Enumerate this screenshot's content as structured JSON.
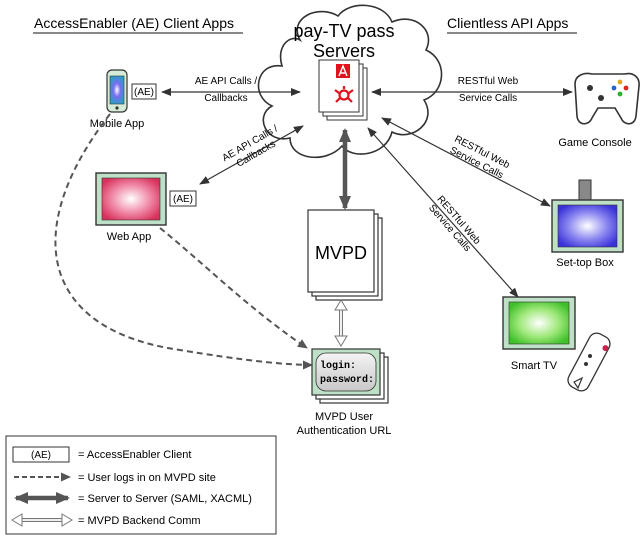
{
  "headers": {
    "left": "AccessEnabler (AE) Client Apps",
    "right": "Clientless API Apps"
  },
  "cloud": {
    "line1": "pay-TV pass",
    "line2": "Servers"
  },
  "devices": {
    "mobile": {
      "label": "Mobile App",
      "badge": "(AE)"
    },
    "web": {
      "label": "Web App",
      "badge": "(AE)"
    },
    "console": {
      "label": "Game Console"
    },
    "settop": {
      "label": "Set-top Box"
    },
    "tv": {
      "label": "Smart TV"
    }
  },
  "mvpd": {
    "label": "MVPD",
    "login_line1": "login:",
    "login_line2": "password:",
    "auth_line1": "MVPD User",
    "auth_line2": "Authentication URL"
  },
  "arrows": {
    "mobile_l1": "AE API Calls /",
    "mobile_l2": "Callbacks",
    "web_l1": "AE API Calls /",
    "web_l2": "Callbacks",
    "console_l1": "RESTful Web",
    "console_l2": "Service Calls",
    "settop_l1": "RESTful Web",
    "settop_l2": "Service Calls",
    "tv_l1": "RESTful Web",
    "tv_l2": "Service Calls"
  },
  "legend": {
    "ae_badge": "(AE)",
    "ae_text": "= AccessEnabler Client",
    "dashed_text": "= User logs in on MVPD site",
    "thick_text": "= Server to Server (SAML, XACML)",
    "hollow_text": "= MVPD Backend Comm"
  },
  "colors": {
    "adobe_red": "#e0121b",
    "screen_frame": "#bde0c6"
  }
}
